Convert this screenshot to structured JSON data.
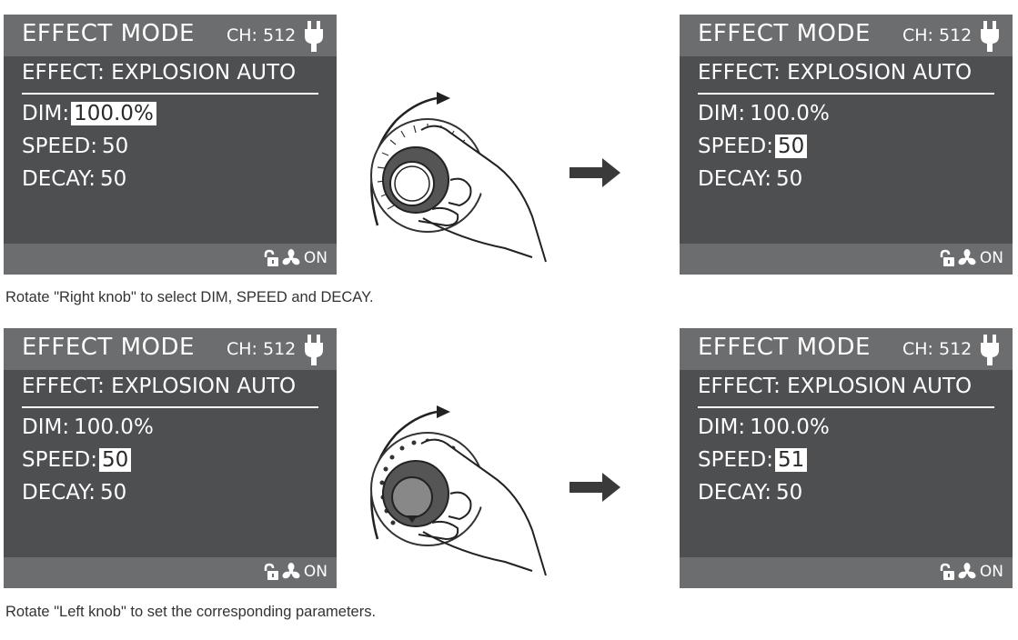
{
  "panels": [
    {
      "title": "EFFECT MODE",
      "channel": "CH: 512",
      "effect": "EFFECT: EXPLOSION AUTO",
      "dim_label": "DIM:",
      "dim_value": "100.0%",
      "speed_label": "SPEED:",
      "speed_value": "50",
      "decay_label": "DECAY:",
      "decay_value": "50",
      "status_text": "ON"
    },
    {
      "title": "EFFECT MODE",
      "channel": "CH: 512",
      "effect": "EFFECT: EXPLOSION AUTO",
      "dim_label": "DIM:",
      "dim_value": "100.0%",
      "speed_label": "SPEED:",
      "speed_value": "50",
      "decay_label": "DECAY:",
      "decay_value": "50",
      "status_text": "ON"
    },
    {
      "title": "EFFECT MODE",
      "channel": "CH: 512",
      "effect": "EFFECT: EXPLOSION AUTO",
      "dim_label": "DIM:",
      "dim_value": "100.0%",
      "speed_label": "SPEED:",
      "speed_value": "50",
      "decay_label": "DECAY:",
      "decay_value": "50",
      "status_text": "ON"
    },
    {
      "title": "EFFECT MODE",
      "channel": "CH: 512",
      "effect": "EFFECT: EXPLOSION AUTO",
      "dim_label": "DIM:",
      "dim_value": "100.0%",
      "speed_label": "SPEED:",
      "speed_value": "51",
      "decay_label": "DECAY:",
      "decay_value": "50",
      "status_text": "ON"
    }
  ],
  "captions": {
    "top": "Rotate \"Right knob\" to select DIM, SPEED and DECAY.",
    "bottom": "Rotate \"Left knob\" to set the corresponding parameters."
  },
  "colors": {
    "screen_bg": "#4d4f51",
    "bar_bg": "#6b6d6f",
    "highlight": "#ffffff",
    "arrow": "#3a3a3a"
  },
  "icons": [
    "plug-icon",
    "lock-icon",
    "fan-icon",
    "arrow-right-icon",
    "knob-illustration"
  ]
}
